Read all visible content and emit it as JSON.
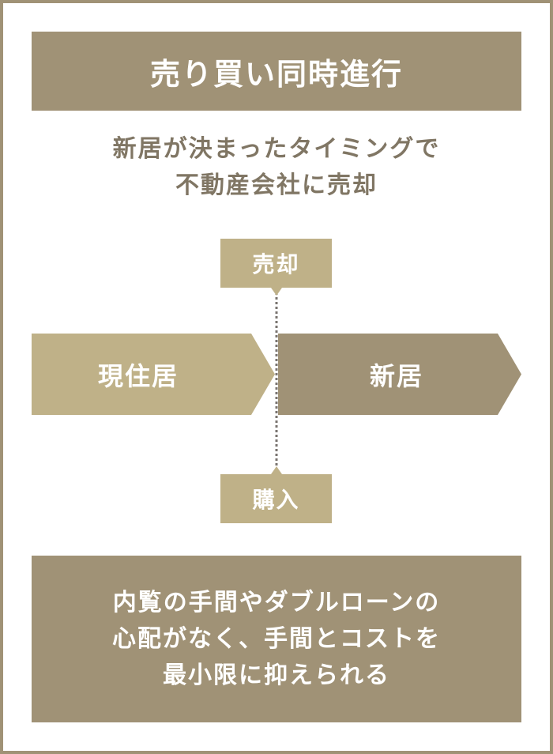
{
  "title": "売り買い同時進行",
  "subtitle": {
    "line1": "新居が決まったタイミングで",
    "line2": "不動産会社に売却"
  },
  "diagram": {
    "sell_label": "売却",
    "buy_label": "購入",
    "current_home_label": "現住居",
    "new_home_label": "新居"
  },
  "summary": {
    "line1": "内覧の手間やダブルローンの",
    "line2": "心配がなく、手間とコストを",
    "line3": "最小限に抑えられる"
  },
  "colors": {
    "dark_beige": "#a09276",
    "light_beige": "#bfb188",
    "subtitle_text": "#807664",
    "dotted_line": "#7a7470"
  }
}
